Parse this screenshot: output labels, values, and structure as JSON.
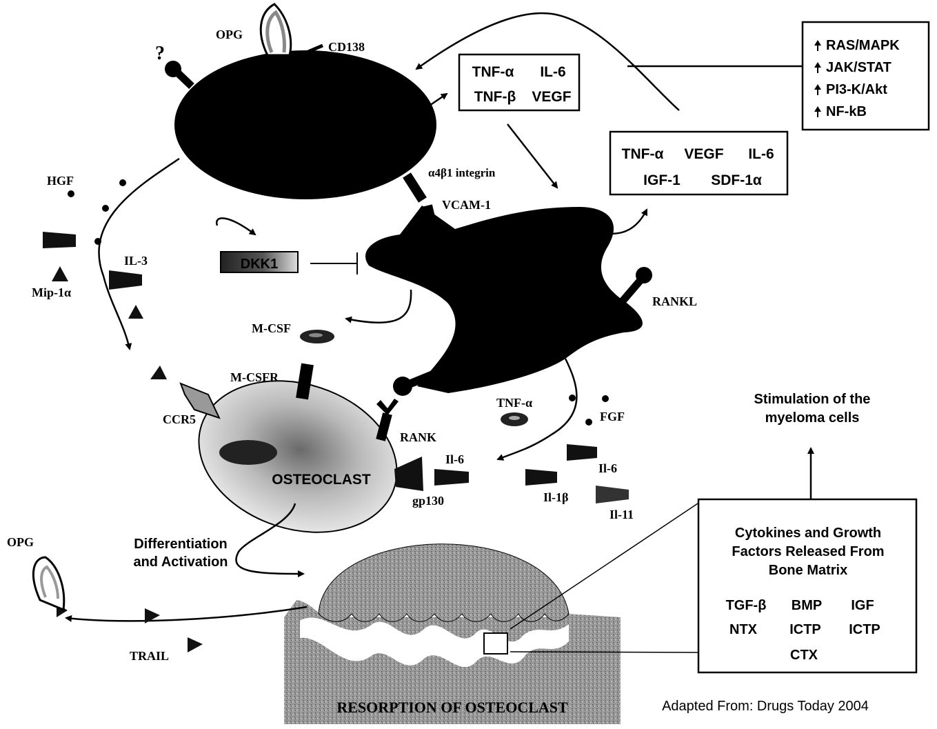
{
  "labels": {
    "opg_top": "OPG",
    "cd138": "CD138",
    "question": "?",
    "alpha4beta1": "α4β1 integrin",
    "vcam1": "VCAM-1",
    "hgf": "HGF",
    "il3": "IL-3",
    "mip1a": "Mip-1α",
    "dkk1": "DKK1",
    "rankl": "RANKL",
    "mcsf": "M-CSF",
    "mcsfr": "M-CSFR",
    "ccr5": "CCR5",
    "rank": "RANK",
    "osteoclast": "OSTEOCLAST",
    "il6_a": "Il-6",
    "gp130": "gp130",
    "tnfa_small": "TNF-α",
    "fgf": "FGF",
    "il6_b": "Il-6",
    "il1b": "Il-1β",
    "il11": "Il-11",
    "opg_bottom": "OPG",
    "trail": "TRAIL",
    "diff_line1": "Differentiation",
    "diff_line2": "and Activation",
    "stim_line1": "Stimulation of the",
    "stim_line2": "myeloma cells",
    "bone_text": "RESORPTION OF OSTEOCLAST",
    "credit": "Adapted From: Drugs Today 2004"
  },
  "box_myeloma_cytokines": {
    "row1": [
      "TNF-α",
      "IL-6"
    ],
    "row2": [
      "TNF-β",
      "VEGF"
    ]
  },
  "box_stromal_cytokines": {
    "row1": [
      "TNF-α",
      "VEGF",
      "IL-6"
    ],
    "row2": [
      "IGF-1",
      "SDF-1α"
    ]
  },
  "pathways": [
    "RAS/MAPK",
    "JAK/STAT",
    "PI3-K/Akt",
    "NF-kB"
  ],
  "bone_matrix": {
    "title": [
      "Cytokines and Growth",
      "Factors Released From",
      "Bone Matrix"
    ],
    "row1": [
      "TGF-β",
      "BMP",
      "IGF"
    ],
    "row2": [
      "NTX",
      "ICTP",
      "ICTP"
    ],
    "row3": [
      "CTX"
    ]
  }
}
